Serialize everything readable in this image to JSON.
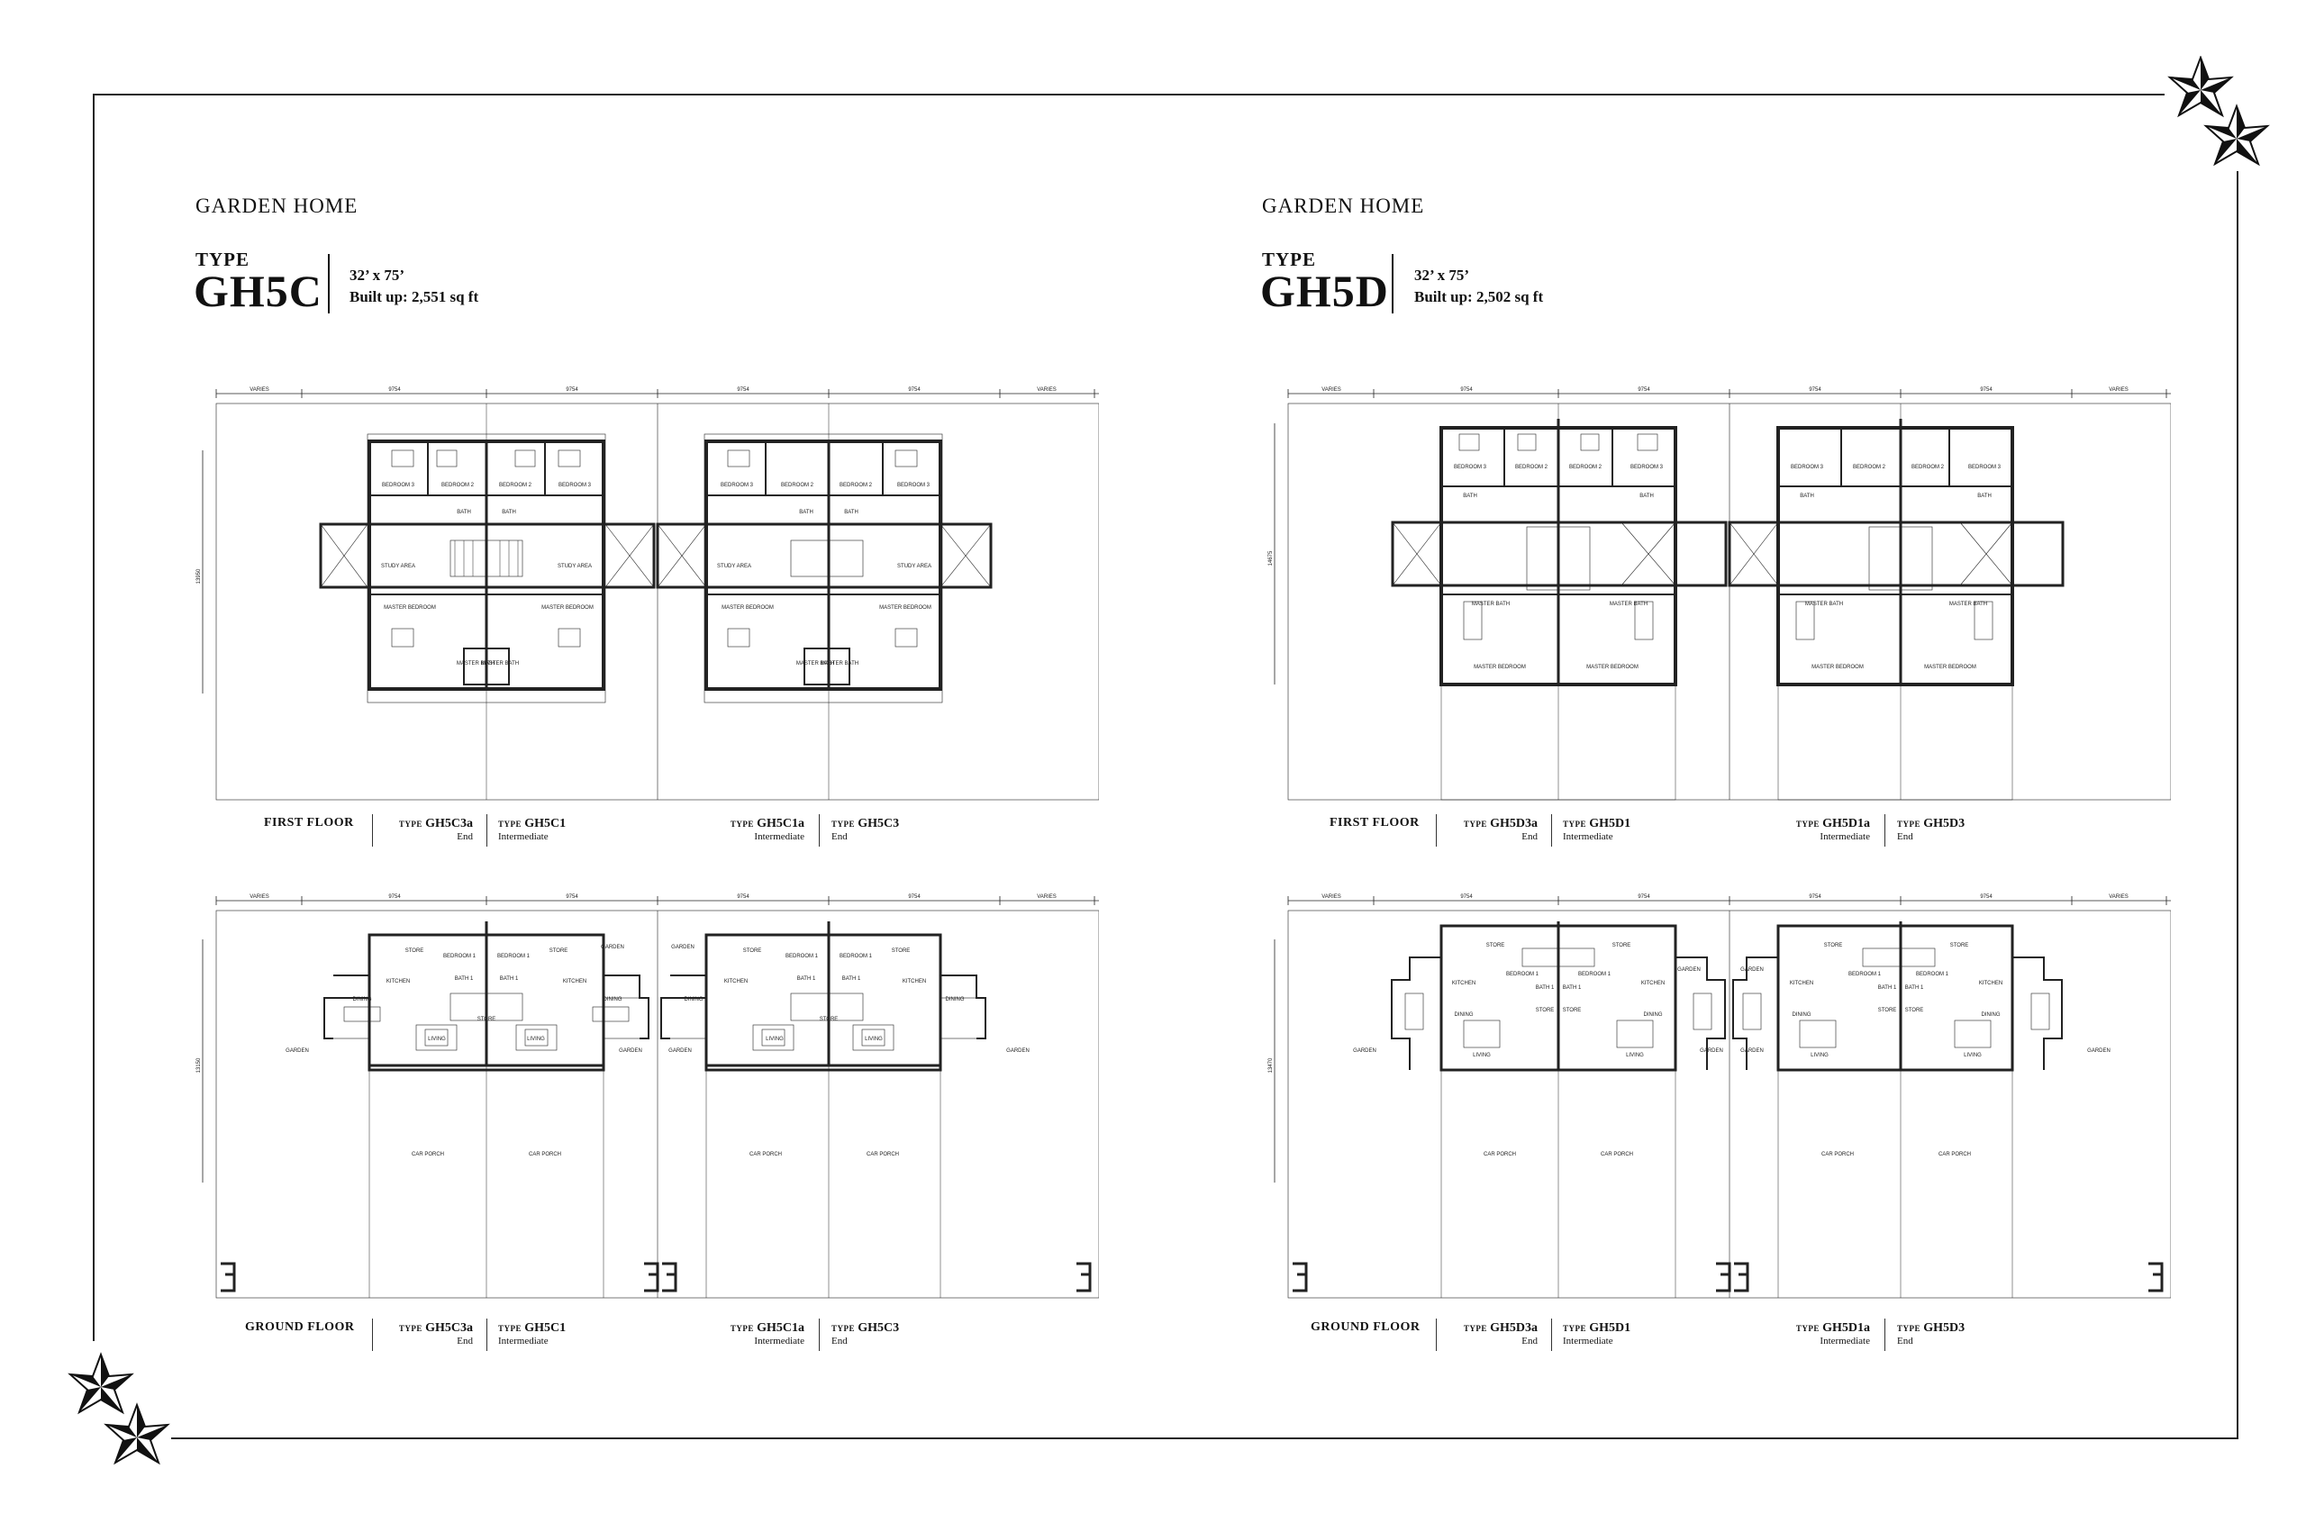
{
  "sections": [
    {
      "heading": "GARDEN HOME",
      "type_label": "TYPE",
      "type_code": "GH5C",
      "dimensions": "32’ x 75’",
      "built_up": "Built up:  2,551 sq ft",
      "first_floor": {
        "floor_name": "FIRST FLOOR",
        "units": [
          {
            "prefix": "TYPE",
            "code": "GH5C3a",
            "position": "End"
          },
          {
            "prefix": "TYPE",
            "code": "GH5C1",
            "position": "Intermediate"
          },
          {
            "prefix": "TYPE",
            "code": "GH5C1a",
            "position": "Intermediate"
          },
          {
            "prefix": "TYPE",
            "code": "GH5C3",
            "position": "End"
          }
        ]
      },
      "ground_floor": {
        "floor_name": "GROUND FLOOR",
        "units": [
          {
            "prefix": "TYPE",
            "code": "GH5C3a",
            "position": "End"
          },
          {
            "prefix": "TYPE",
            "code": "GH5C1",
            "position": "Intermediate"
          },
          {
            "prefix": "TYPE",
            "code": "GH5C1a",
            "position": "Intermediate"
          },
          {
            "prefix": "TYPE",
            "code": "GH5C3",
            "position": "End"
          }
        ]
      }
    },
    {
      "heading": "GARDEN HOME",
      "type_label": "TYPE",
      "type_code": "GH5D",
      "dimensions": "32’ x 75’",
      "built_up": "Built up:  2,502 sq ft",
      "first_floor": {
        "floor_name": "FIRST FLOOR",
        "units": [
          {
            "prefix": "TYPE",
            "code": "GH5D3a",
            "position": "End"
          },
          {
            "prefix": "TYPE",
            "code": "GH5D1",
            "position": "Intermediate"
          },
          {
            "prefix": "TYPE",
            "code": "GH5D1a",
            "position": "Intermediate"
          },
          {
            "prefix": "TYPE",
            "code": "GH5D3",
            "position": "End"
          }
        ]
      },
      "ground_floor": {
        "floor_name": "GROUND FLOOR",
        "units": [
          {
            "prefix": "TYPE",
            "code": "GH5D3a",
            "position": "End"
          },
          {
            "prefix": "TYPE",
            "code": "GH5D1",
            "position": "Intermediate"
          },
          {
            "prefix": "TYPE",
            "code": "GH5D1a",
            "position": "Intermediate"
          },
          {
            "prefix": "TYPE",
            "code": "GH5D3",
            "position": "End"
          }
        ]
      }
    }
  ],
  "plan_labels": {
    "dim_varies": "VARIES",
    "dim_width": "9754",
    "c_first_depth": "13950",
    "c_ground_depth": "13150",
    "d_first_depth": "14675",
    "d_ground_depth": "13470",
    "bedroom_3": "BEDROOM 3",
    "bedroom_2": "BEDROOM 2",
    "bedroom_1": "BEDROOM 1",
    "bath": "BATH",
    "bath_1": "BATH 1",
    "study_area": "STUDY AREA",
    "master_bedroom": "MASTER BEDROOM",
    "master_bath": "MASTER BATH",
    "store": "STORE",
    "kitchen": "KITCHEN",
    "dining": "DINING",
    "living": "LIVING",
    "garden": "GARDEN",
    "car_porch": "CAR PORCH"
  },
  "colors": {
    "line": "#222222",
    "background": "#ffffff",
    "star_fill": "#1a1a1a"
  }
}
